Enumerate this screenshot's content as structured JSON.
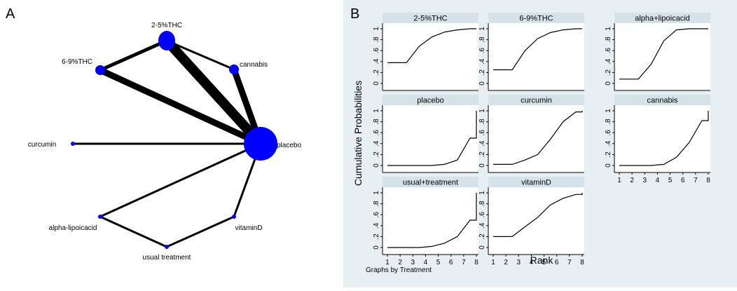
{
  "panel_a_label": "A",
  "panel_b_label": "B",
  "panel_b_ylabel": "Cumulative Probabilities",
  "panel_b_xlabel": "Rank",
  "panel_b_note": "Graphs by Treatment",
  "colors": {
    "node": "#0000ff",
    "edge": "#000000",
    "panel_bg": "#e8eff3",
    "strip_bg": "#d6e2ea",
    "plot_bg": "#ffffff"
  },
  "chart_data": [
    {
      "type": "network",
      "nodes": [
        {
          "id": "2-5%THC",
          "label": "2-5%THC",
          "size": 3
        },
        {
          "id": "6-9%THC",
          "label": "6-9%THC",
          "size": 2
        },
        {
          "id": "cannabis",
          "label": "cannabis",
          "size": 2
        },
        {
          "id": "curcumin",
          "label": "curcumin",
          "size": 1
        },
        {
          "id": "placebo",
          "label": "placebo",
          "size": 5
        },
        {
          "id": "alpha-lipoicacid",
          "label": "alpha-lipoicacid",
          "size": 1
        },
        {
          "id": "vitaminD",
          "label": "vitaminD",
          "size": 1
        },
        {
          "id": "usual treatment",
          "label": "usual treatment",
          "size": 1
        }
      ],
      "edges": [
        {
          "from": "6-9%THC",
          "to": "2-5%THC",
          "weight": 2
        },
        {
          "from": "2-5%THC",
          "to": "cannabis",
          "weight": 1
        },
        {
          "from": "2-5%THC",
          "to": "placebo",
          "weight": 5
        },
        {
          "from": "6-9%THC",
          "to": "placebo",
          "weight": 3
        },
        {
          "from": "cannabis",
          "to": "placebo",
          "weight": 3
        },
        {
          "from": "curcumin",
          "to": "placebo",
          "weight": 1
        },
        {
          "from": "alpha-lipoicacid",
          "to": "placebo",
          "weight": 1
        },
        {
          "from": "vitaminD",
          "to": "placebo",
          "weight": 1
        },
        {
          "from": "alpha-lipoicacid",
          "to": "usual treatment",
          "weight": 1
        },
        {
          "from": "vitaminD",
          "to": "usual treatment",
          "weight": 1
        }
      ]
    },
    {
      "type": "line",
      "x": [
        1,
        2,
        3,
        4,
        5,
        6,
        7,
        8
      ],
      "xticks": [
        "1",
        "2",
        "3",
        "4",
        "5",
        "6",
        "7",
        "8"
      ],
      "yticks": [
        "0",
        ".2",
        ".4",
        ".6",
        ".8",
        "1"
      ],
      "ylim": [
        0,
        1
      ],
      "xlim": [
        1,
        8
      ],
      "panels": [
        {
          "name": "2-5%THC",
          "values": [
            0.38,
            0.38,
            0.68,
            0.85,
            0.94,
            0.98,
            1.0,
            1.0
          ]
        },
        {
          "name": "6-9%THC",
          "values": [
            0.25,
            0.25,
            0.6,
            0.82,
            0.93,
            0.98,
            1.0,
            1.0
          ]
        },
        {
          "name": "alpha+lipoicacid",
          "values": [
            0.08,
            0.08,
            0.35,
            0.78,
            0.98,
            1.0,
            1.0,
            1.0
          ]
        },
        {
          "name": "placebo",
          "values": [
            0.0,
            0.0,
            0.0,
            0.0,
            0.02,
            0.1,
            0.5,
            1.0
          ]
        },
        {
          "name": "curcumin",
          "values": [
            0.02,
            0.02,
            0.1,
            0.2,
            0.48,
            0.8,
            0.98,
            1.0
          ]
        },
        {
          "name": "cannabis",
          "values": [
            0.0,
            0.0,
            0.0,
            0.02,
            0.15,
            0.42,
            0.82,
            1.0
          ]
        },
        {
          "name": "usual+treatment",
          "values": [
            0.0,
            0.0,
            0.0,
            0.02,
            0.08,
            0.2,
            0.5,
            1.0
          ]
        },
        {
          "name": "vitaminD",
          "values": [
            0.2,
            0.2,
            0.38,
            0.55,
            0.78,
            0.9,
            0.97,
            1.0
          ]
        }
      ]
    }
  ]
}
